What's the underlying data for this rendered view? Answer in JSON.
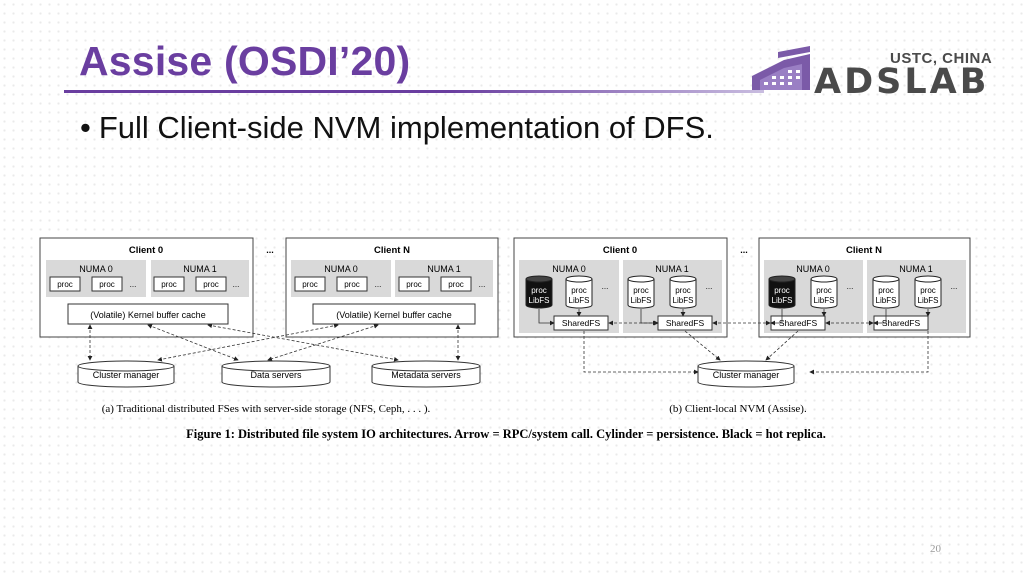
{
  "slide": {
    "title": "Assise (OSDI’20)",
    "bullet": "Full Client-side NVM implementation of DFS.",
    "page_number": "20"
  },
  "logo": {
    "top": "USTC, CHINA",
    "main": "ADSLAB"
  },
  "figure": {
    "ellipsis": "...",
    "left": {
      "client0": "Client 0",
      "clientN": "Client N",
      "numa0": "NUMA 0",
      "numa1": "NUMA 1",
      "proc": "proc",
      "cache": "(Volatile) Kernel buffer cache",
      "cluster_manager": "Cluster manager",
      "data_servers": "Data servers",
      "metadata_servers": "Metadata servers",
      "caption": "(a) Traditional distributed FSes with server-side storage (NFS, Ceph, . . . )."
    },
    "right": {
      "client0": "Client 0",
      "clientN": "Client N",
      "numa0": "NUMA 0",
      "numa1": "NUMA 1",
      "proc": "proc",
      "libfs": "LibFS",
      "sharedfs": "SharedFS",
      "cluster_manager": "Cluster manager",
      "caption": "(b) Client-local NVM (Assise)."
    },
    "caption": "Figure 1: Distributed file system IO architectures. Arrow = RPC/system call. Cylinder = persistence. Black = hot replica."
  },
  "colors": {
    "title": "#6a3ea0",
    "logo": "#4a4a4a",
    "numa_fill": "#d9d9d9"
  }
}
